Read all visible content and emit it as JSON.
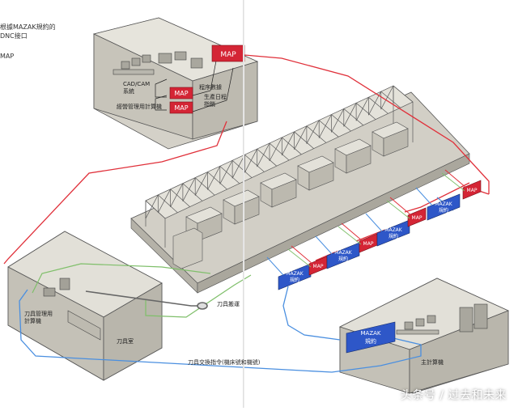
{
  "legend": {
    "line1": "根據MAZAK規約的",
    "line2": "DNC接口",
    "line3": "MAP"
  },
  "labels": {
    "map": "MAP",
    "mazak": "MAZAK",
    "protocol": "規約",
    "cad_cam_1": "CAD/CAM",
    "cad_cam_2": "系統",
    "program_data": "程序數據",
    "schedule_1": "生產日程",
    "schedule_2": "指銷",
    "mgmt_computer": "經營管理用計算機",
    "tool_computer_1": "刀具管理用",
    "tool_computer_2": "計算機",
    "tool_room": "刀具室",
    "tool_transport": "刀具搬運",
    "tool_exchange": "刀具交換指令(機床號和機號)",
    "main_computer": "主計算機"
  },
  "watermark": "头条号 / 过去和未来",
  "colors": {
    "red_line": "#e0303a",
    "blue_line": "#4a8fe0",
    "green_line": "#7fbf6a",
    "map_box": "#d42535",
    "mazak_box": "#2e57c8",
    "room_fill": "#cfccc3"
  }
}
